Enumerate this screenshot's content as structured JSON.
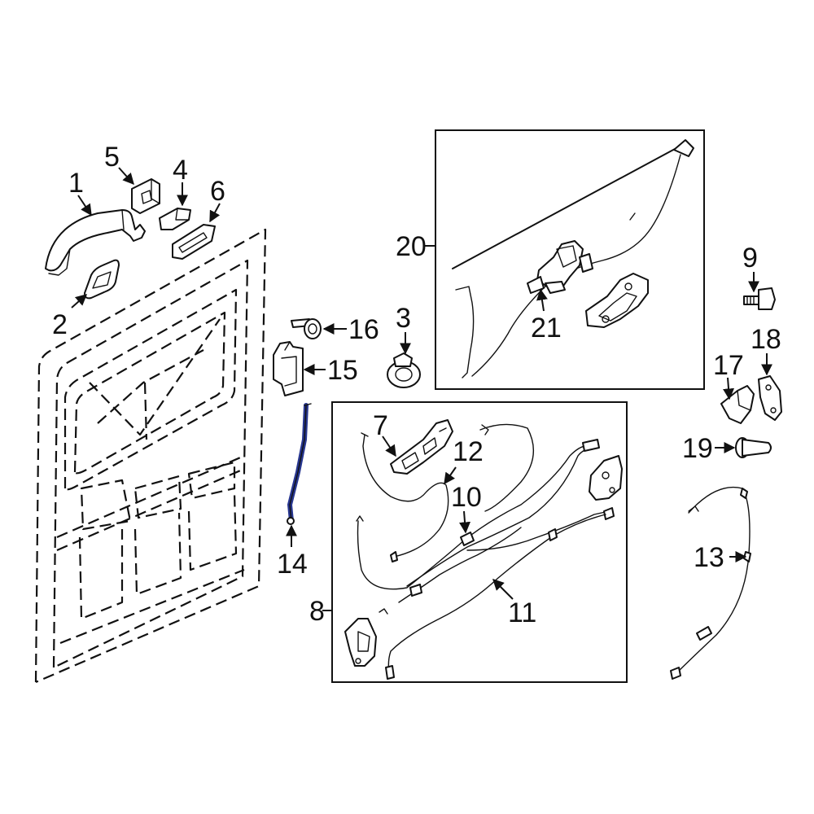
{
  "diagram": {
    "highlight_color": "#27368f",
    "line_color": "#111111",
    "background": "#ffffff",
    "callouts": {
      "c1": "1",
      "c2": "2",
      "c3": "3",
      "c4": "4",
      "c5": "5",
      "c6": "6",
      "c7": "7",
      "c8": "8",
      "c9": "9",
      "c10": "10",
      "c11": "11",
      "c12": "12",
      "c13": "13",
      "c14": "14",
      "c15": "15",
      "c16": "16",
      "c17": "17",
      "c18": "18",
      "c19": "19",
      "c20": "20",
      "c21": "21"
    }
  }
}
